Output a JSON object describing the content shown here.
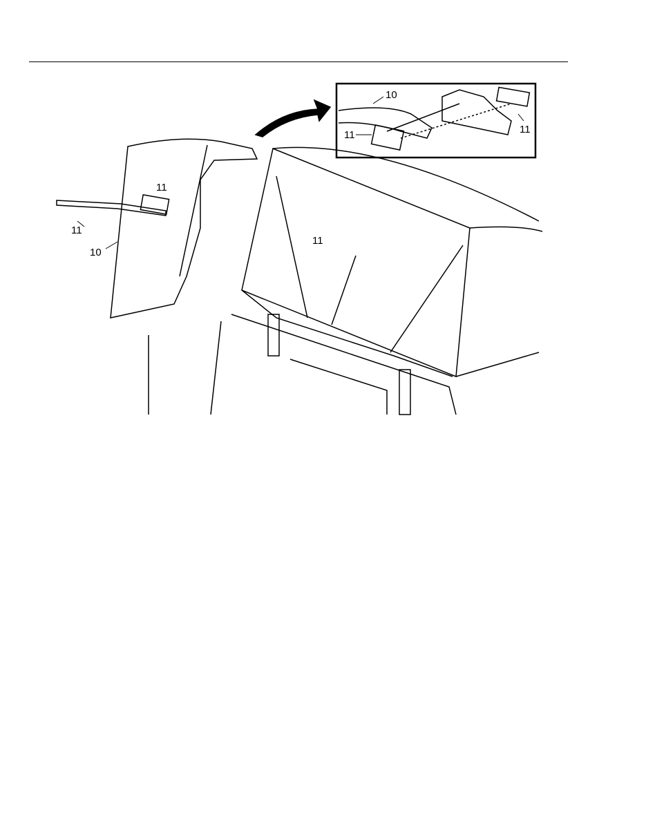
{
  "figure": {
    "callouts": {
      "inset_10": "10",
      "inset_11_left": "11",
      "inset_11_right": "11",
      "main_11_bracket": "11",
      "main_11_rod": "11",
      "main_10": "10",
      "main_11_plate": "11"
    }
  }
}
